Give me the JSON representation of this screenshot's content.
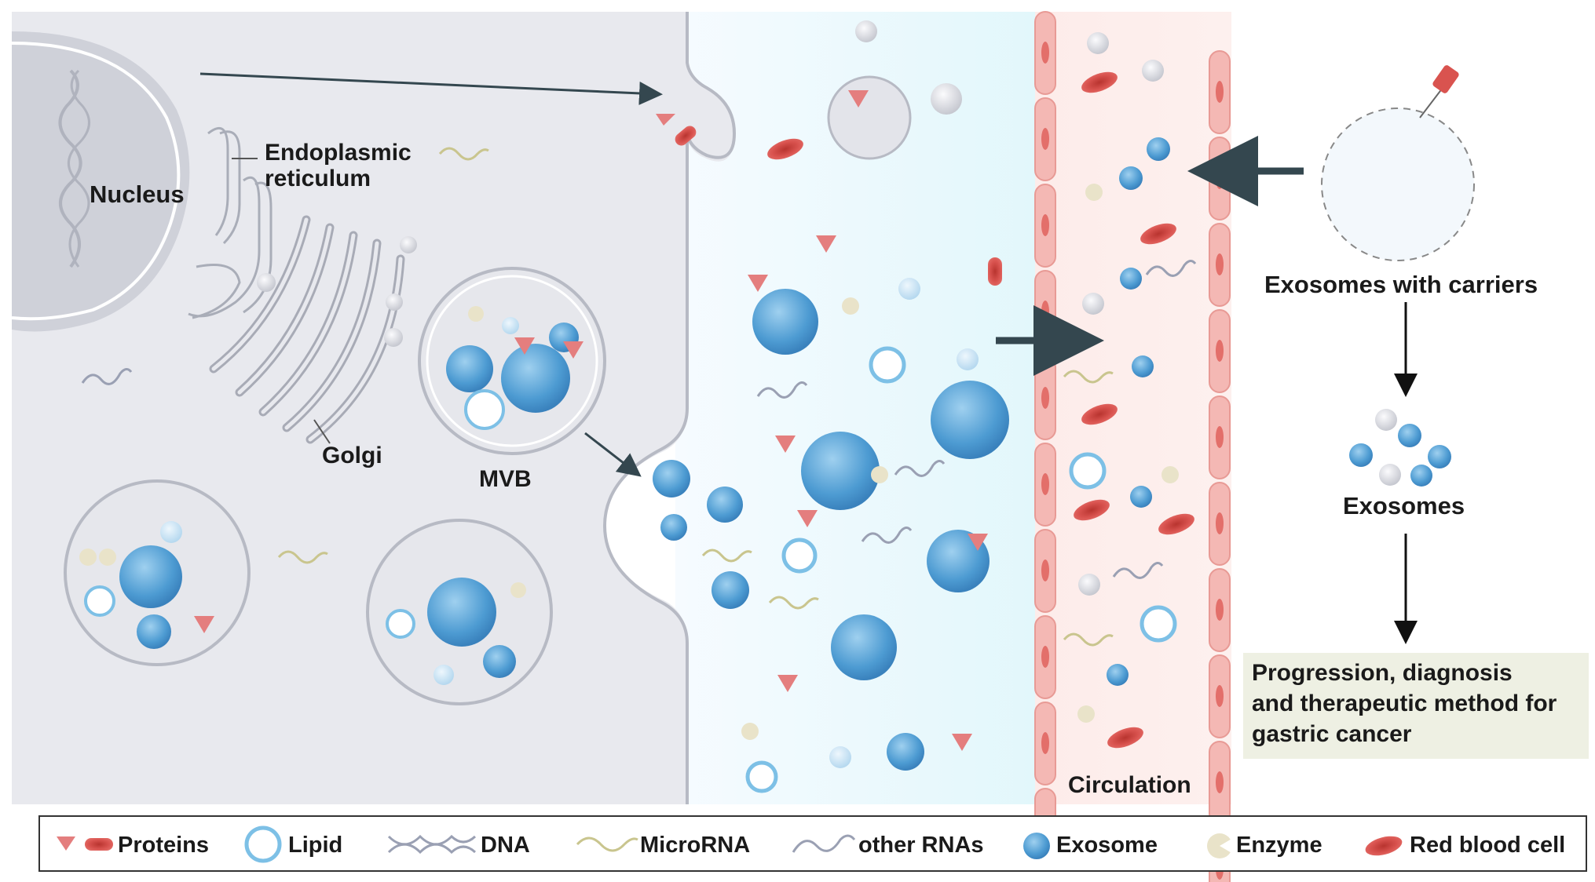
{
  "labels": {
    "nucleus": "Nucleus",
    "er_line1": "Endoplasmic",
    "er_line2": "reticulum",
    "golgi": "Golgi",
    "mvb": "MVB",
    "circulation": "Circulation",
    "carriers": "Exosomes with carriers",
    "exosomes": "Exosomes",
    "outcome_line1": "Progression, diagnosis",
    "outcome_line2": "and  therapeutic method for",
    "outcome_line3": "gastric cancer"
  },
  "legend": [
    {
      "key": "proteins",
      "label": "Proteins"
    },
    {
      "key": "lipid",
      "label": "Lipid"
    },
    {
      "key": "dna",
      "label": "DNA"
    },
    {
      "key": "microrna",
      "label": "MicroRNA"
    },
    {
      "key": "other_rnas",
      "label": "other RNAs"
    },
    {
      "key": "exosome",
      "label": "Exosome"
    },
    {
      "key": "enzyme",
      "label": "Enzyme"
    },
    {
      "key": "rbc",
      "label": "Red blood cell"
    }
  ],
  "colors": {
    "cell": "#e9eaef",
    "membrane": "#b9bcc6",
    "exosome": "#5aa6d8",
    "exosome_light": "#bfe0f5",
    "protein": "#e47e7e",
    "rbc": "#d9534f",
    "vessel": "#f8c9c6",
    "enzyme": "#e9e3c9",
    "box": "#eef0e3"
  }
}
